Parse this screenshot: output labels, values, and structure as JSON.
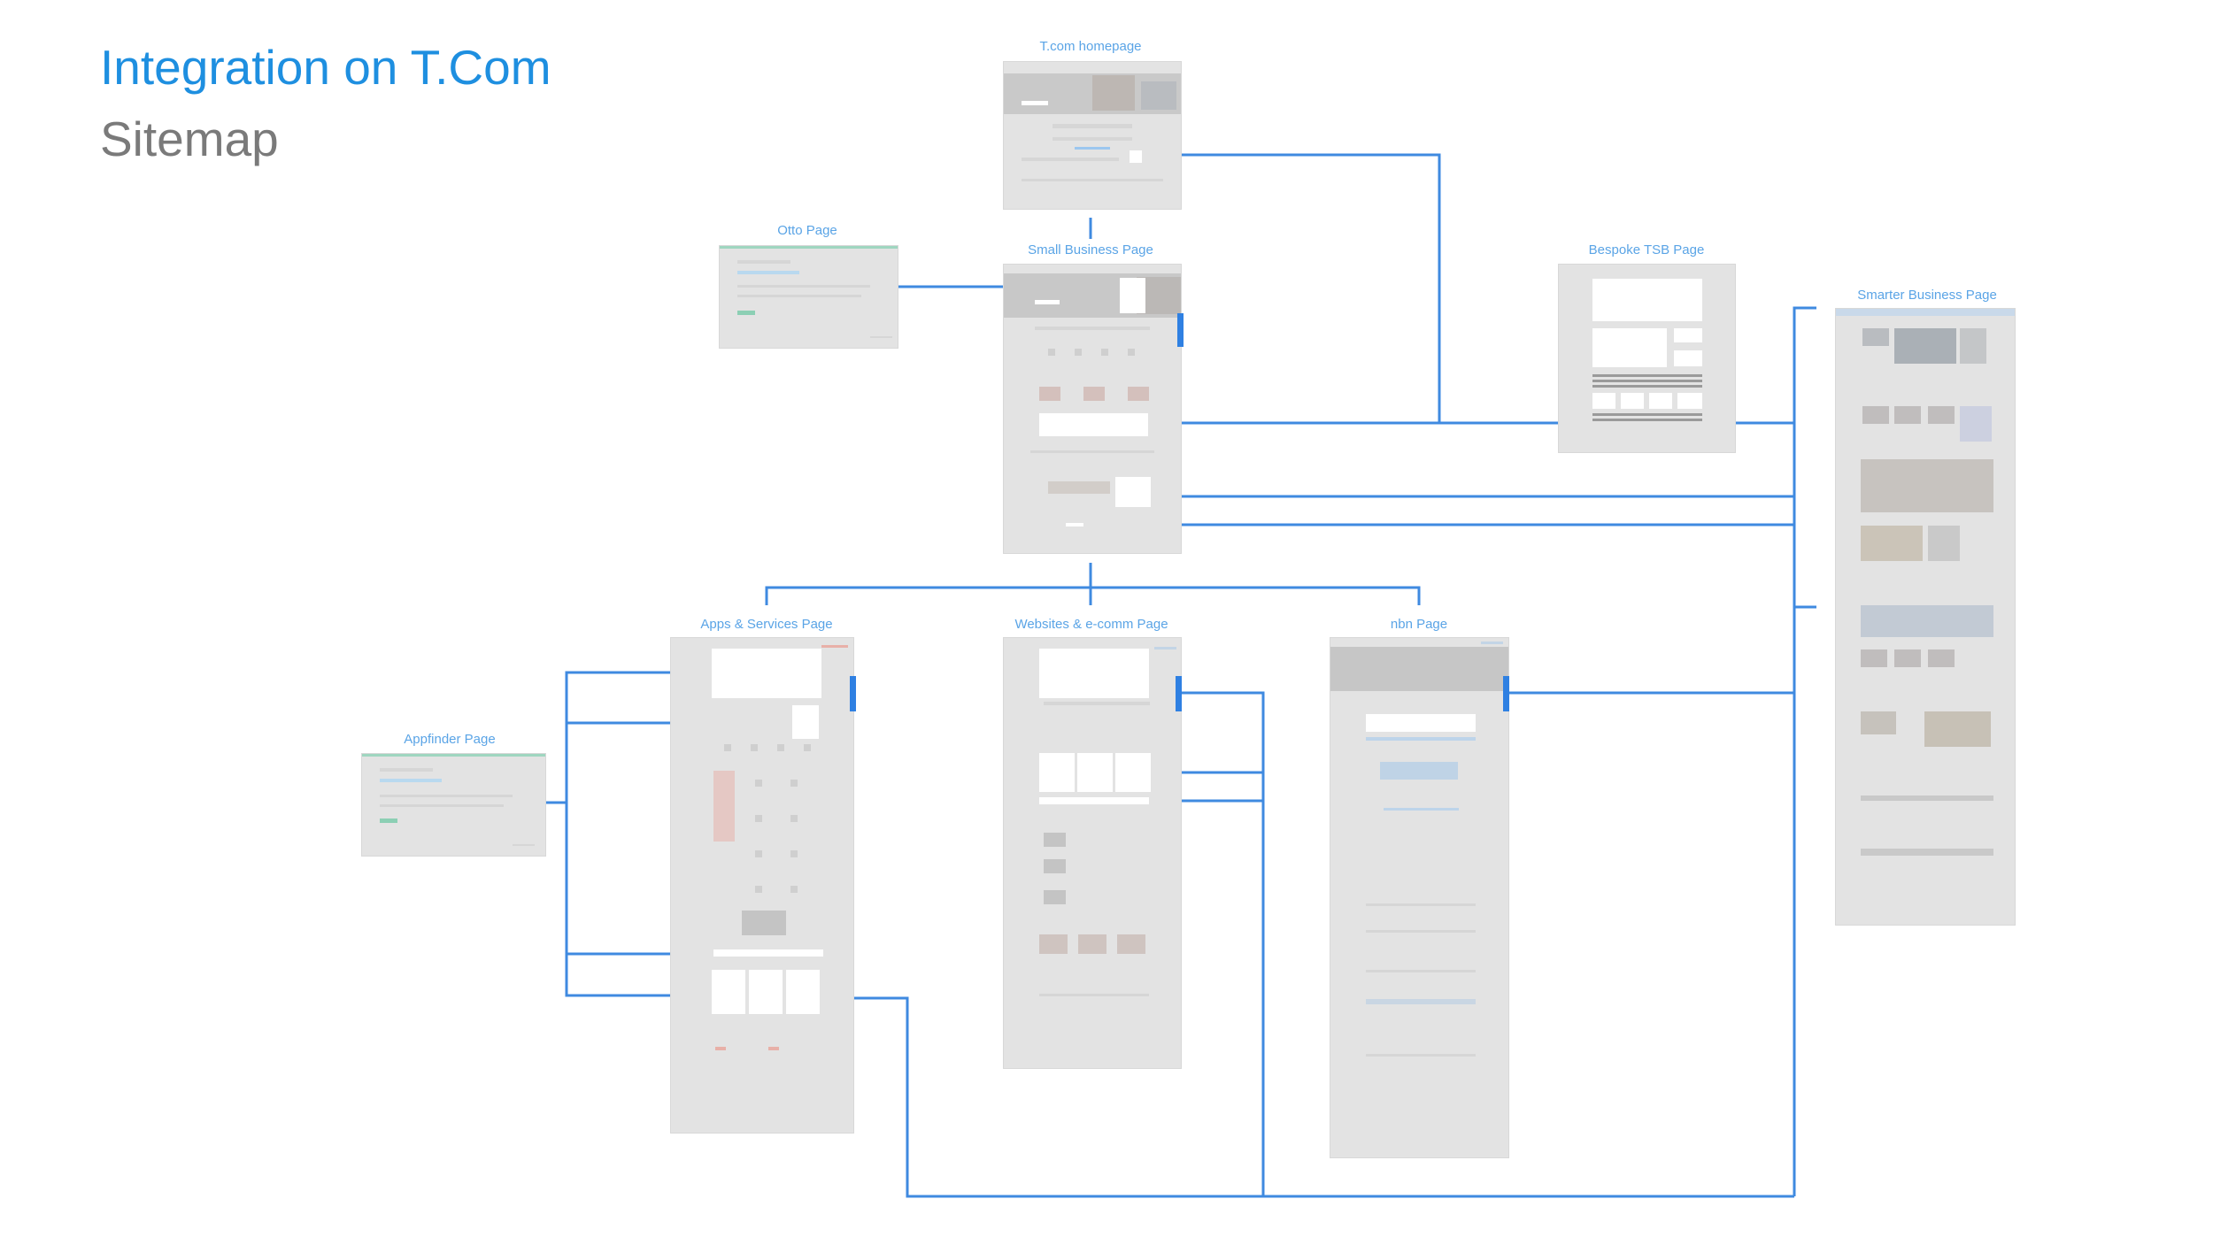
{
  "header": {
    "title": "Integration on T.Com",
    "subtitle": "Sitemap"
  },
  "pages": {
    "tcom_homepage": "T.com homepage",
    "otto_page": "Otto Page",
    "small_business_page": "Small Business Page",
    "bespoke_tsb_page": "Bespoke TSB Page",
    "smarter_business_page": "Smarter Business Page",
    "apps_services_page": "Apps & Services Page",
    "websites_ecomm_page": "Websites & e-comm Page",
    "nbn_page": "nbn Page",
    "appfinder_page": "Appfinder Page"
  },
  "colors": {
    "title": "#1e8fe0",
    "subtitle": "#7a7a7a",
    "connector": "#3f8ae0",
    "page_fill": "#e3e3e3"
  }
}
